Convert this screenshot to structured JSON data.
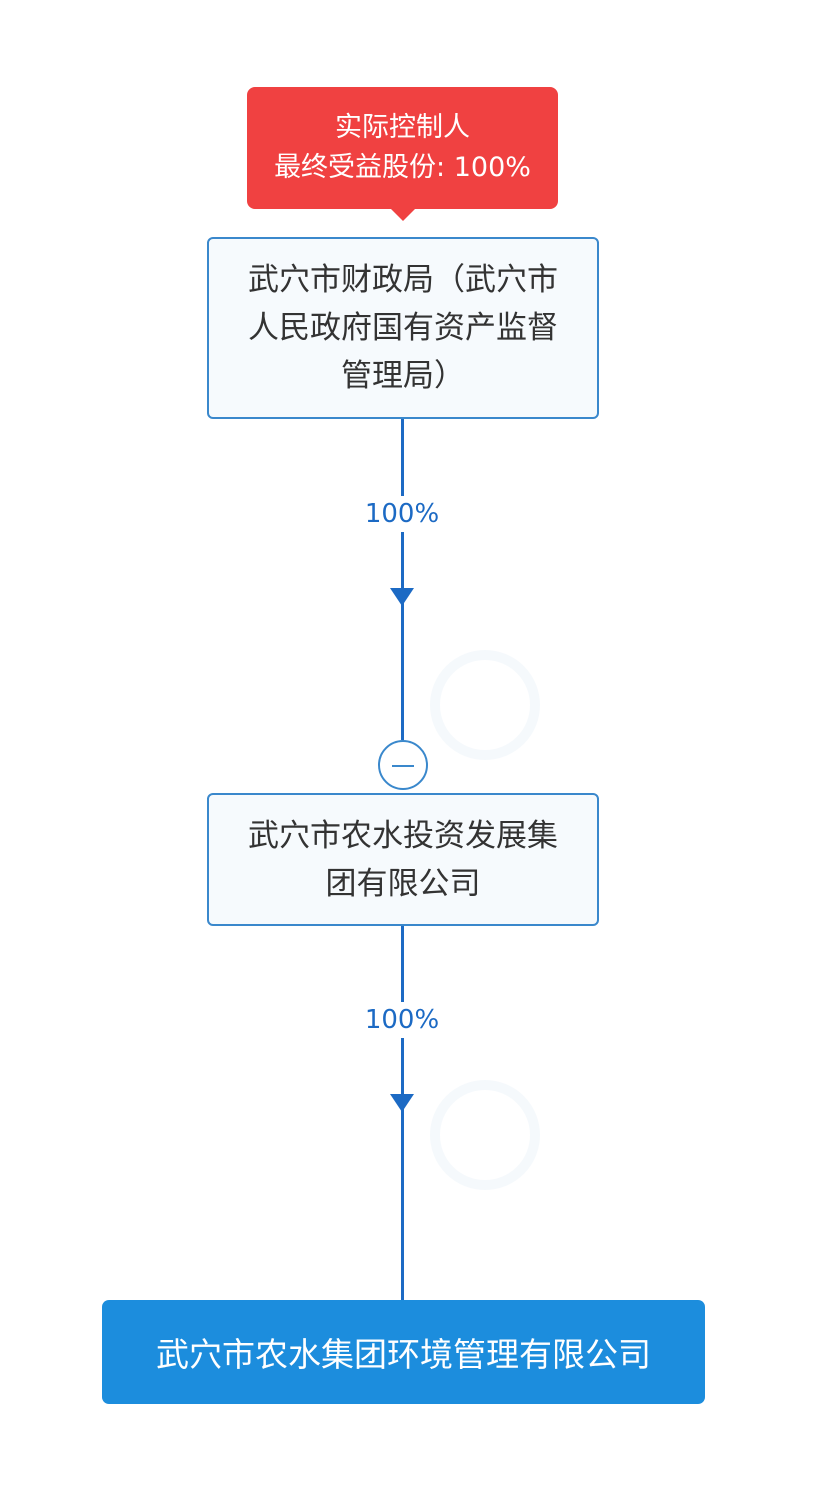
{
  "controller_badge": {
    "line1": "实际控制人",
    "line2": "最终受益股份: 100%"
  },
  "nodes": [
    {
      "name": "武穴市财政局（武穴市人民政府国有资产监督管理局）"
    },
    {
      "name": "武穴市农水投资发展集团有限公司"
    }
  ],
  "edges": [
    {
      "percent": "100%"
    },
    {
      "percent": "100%"
    }
  ],
  "target": {
    "name": "武穴市农水集团环境管理有限公司"
  },
  "colors": {
    "badge": "#f04141",
    "line": "#1c6ac4",
    "node_border": "#3a88cc",
    "target": "#1c8ddd"
  }
}
